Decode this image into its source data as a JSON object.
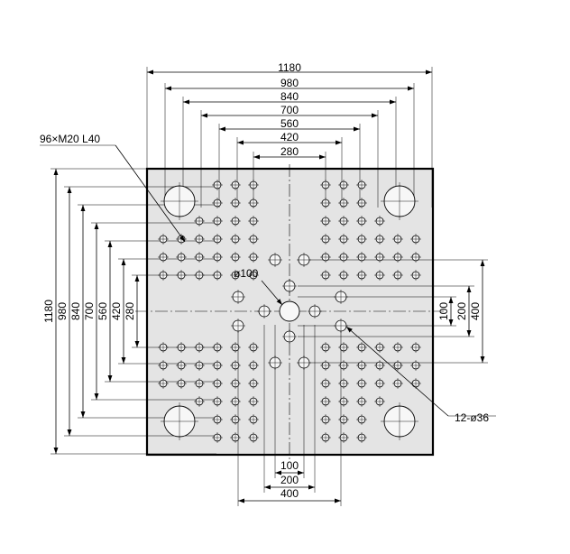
{
  "drawing": {
    "top_dims": [
      "1180",
      "980",
      "840",
      "700",
      "560",
      "420",
      "280"
    ],
    "left_dims": [
      "1180",
      "980",
      "840",
      "700",
      "560",
      "420",
      "280"
    ],
    "right_dims": [
      "100",
      "200",
      "400"
    ],
    "bottom_dims": [
      "100",
      "200",
      "400"
    ],
    "callout_threaded": "96×M20 L40",
    "callout_center_hole": "ø100",
    "callout_holes": "12-ø36"
  }
}
